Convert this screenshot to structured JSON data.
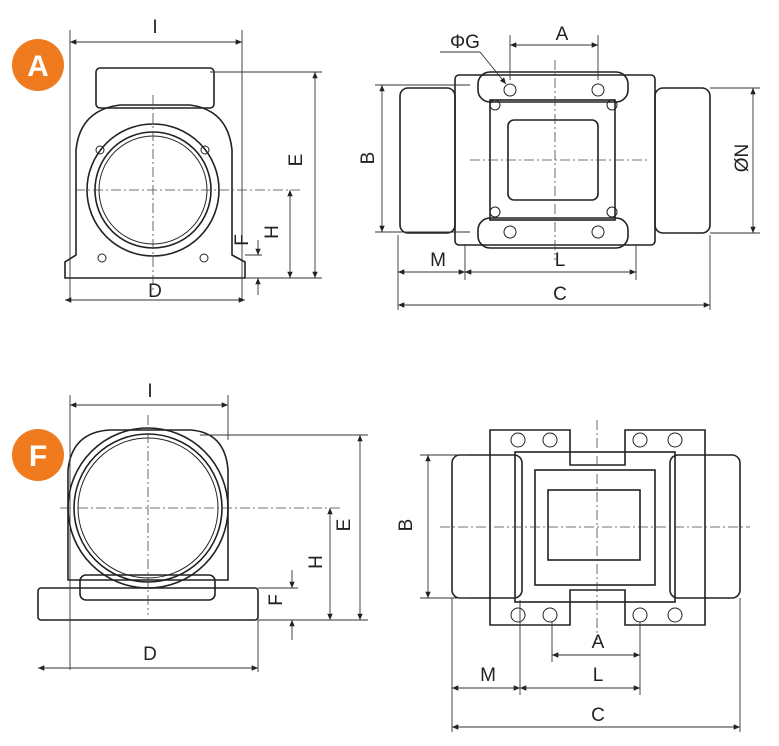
{
  "colors": {
    "badge": "#f07b1e",
    "line": "#222222"
  },
  "views": {
    "a": {
      "badge": "A",
      "side": {
        "I": "I",
        "E": "E",
        "H": "H",
        "F": "F",
        "D": "D"
      },
      "top": {
        "A": "A",
        "G": "ΦG",
        "B": "B",
        "N": "ØN",
        "M": "M",
        "L": "L",
        "C": "C"
      }
    },
    "f": {
      "badge": "F",
      "side": {
        "I": "I",
        "E": "E",
        "H": "H",
        "F": "F",
        "D": "D"
      },
      "top": {
        "B": "B",
        "A": "A",
        "M": "M",
        "L": "L",
        "C": "C"
      }
    }
  }
}
